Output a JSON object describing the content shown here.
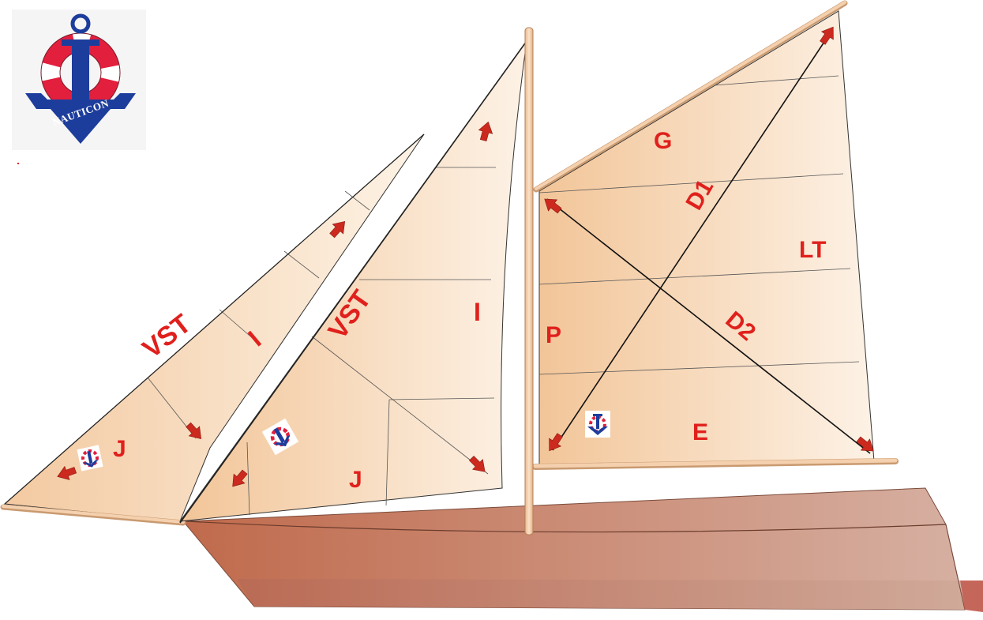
{
  "logo": {
    "text": "NAUTICON"
  },
  "labels": {
    "jib_vst": "VST",
    "jib_i": "I",
    "jib_j": "J",
    "genoa_vst": "VST",
    "genoa_i": "I",
    "genoa_j": "J",
    "main_g": "G",
    "main_d1": "D1",
    "main_lt": "LT",
    "main_p": "P",
    "main_d2": "D2",
    "main_e": "E"
  },
  "colors": {
    "label": "#e0201c",
    "arrow": "#cc2a1f",
    "hull_dark": "#c06a4c",
    "hull_light": "#d6b0a2",
    "sail_dark": "#f2c79c",
    "sail_light": "#fdf1e4",
    "spar": "#f4d0ae",
    "logo_blue": "#1d3d9c",
    "logo_red": "#e21f3d"
  },
  "icons": [
    "anchor-logo",
    "arrow-icon",
    "small-logo-icon"
  ]
}
